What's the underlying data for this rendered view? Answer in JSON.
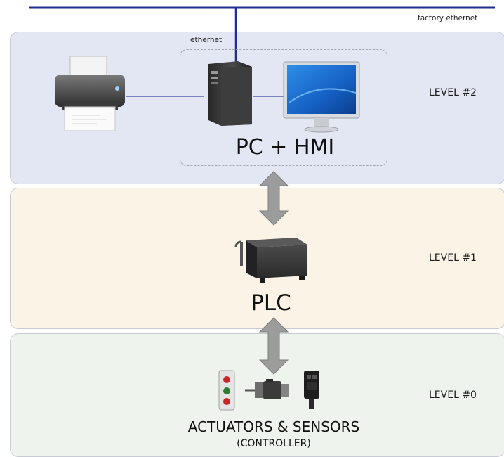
{
  "network": {
    "factory_label": "factory ethernet",
    "ethernet_label": "ethernet"
  },
  "levels": [
    {
      "label": "LEVEL #2",
      "caption": "PC + HMI"
    },
    {
      "label": "LEVEL #1",
      "caption": "PLC"
    },
    {
      "label": "LEVEL #0",
      "caption": "ACTUATORS & SENSORS",
      "subcaption": "(CONTROLLER)"
    }
  ],
  "colors": {
    "network_line": "#1f2f8c",
    "level2_band": "#e3e6f3",
    "level1_band": "#fcf3e7",
    "level0_band": "#eef3ee",
    "arrow": "#9c9c9c"
  },
  "icons": [
    "printer-icon",
    "pc-tower-icon",
    "monitor-icon",
    "plc-icon",
    "pushbutton-station-icon",
    "motor-icon",
    "sensor-icon"
  ]
}
